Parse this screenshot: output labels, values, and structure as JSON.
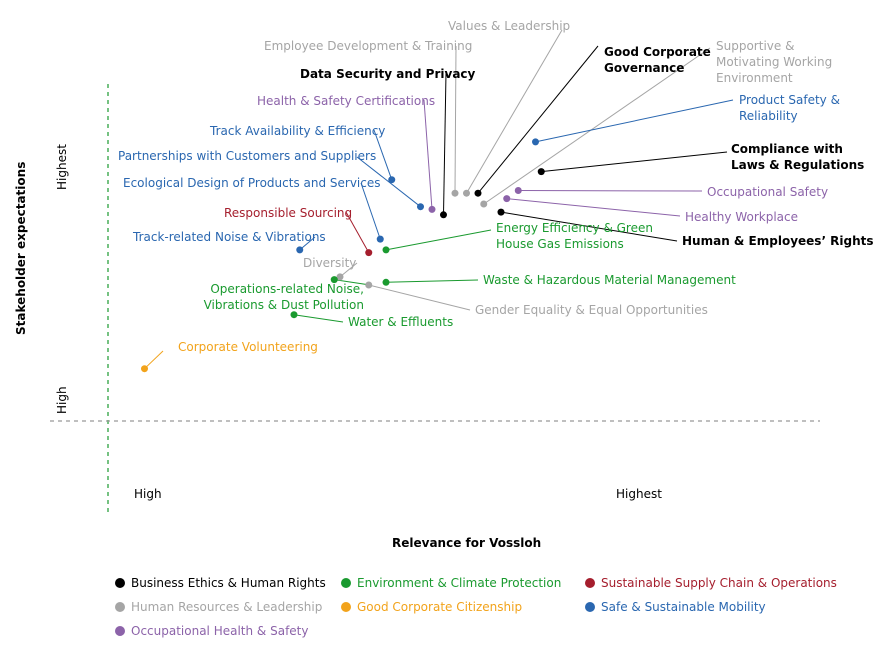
{
  "chart_data": {
    "type": "scatter",
    "xlabel": "Relevance for Vossloh",
    "ylabel": "Stakeholder expectations",
    "x_ticks": [
      "High",
      "Highest"
    ],
    "y_ticks": [
      "High",
      "Highest"
    ],
    "categories": [
      {
        "name": "Business Ethics & Human Rights",
        "color": "#000000"
      },
      {
        "name": "Environment & Climate Protection",
        "color": "#1a9a2f"
      },
      {
        "name": "Sustainable Supply Chain & Operations",
        "color": "#a51e2d"
      },
      {
        "name": "Human Resources & Leadership",
        "color": "#a5a5a5"
      },
      {
        "name": "Good Corporate Citizenship",
        "color": "#f2a31b"
      },
      {
        "name": "Safe & Sustainable Mobility",
        "color": "#2a67b0"
      },
      {
        "name": "Occupational Health & Safety",
        "color": "#8c63a9"
      }
    ],
    "points": [
      {
        "label": "Values & Leadership",
        "category": 3,
        "x": 0.62,
        "y": 0.84
      },
      {
        "label": "Employee Development & Training",
        "category": 3,
        "x": 0.6,
        "y": 0.84
      },
      {
        "label": "Good Corporate Governance",
        "category": 0,
        "x": 0.64,
        "y": 0.84
      },
      {
        "label": "Supportive & Motivating Working Environment",
        "category": 3,
        "x": 0.65,
        "y": 0.8
      },
      {
        "label": "Data Security and Privacy",
        "category": 0,
        "x": 0.58,
        "y": 0.76
      },
      {
        "label": "Health & Safety Certifications",
        "category": 6,
        "x": 0.56,
        "y": 0.78
      },
      {
        "label": "Product Safety & Reliability",
        "category": 5,
        "x": 0.74,
        "y": 1.03
      },
      {
        "label": "Compliance with Laws & Regulations",
        "category": 0,
        "x": 0.75,
        "y": 0.92
      },
      {
        "label": "Track Availability & Efficiency",
        "category": 5,
        "x": 0.49,
        "y": 0.89
      },
      {
        "label": "Partnerships with Customers and Suppliers",
        "category": 5,
        "x": 0.54,
        "y": 0.79
      },
      {
        "label": "Occupational Safety",
        "category": 6,
        "x": 0.71,
        "y": 0.85
      },
      {
        "label": "Ecological Design of Products and Services",
        "category": 5,
        "x": 0.47,
        "y": 0.67
      },
      {
        "label": "Healthy Workplace",
        "category": 6,
        "x": 0.69,
        "y": 0.82
      },
      {
        "label": "Human & Employees' Rights",
        "category": 0,
        "x": 0.68,
        "y": 0.77
      },
      {
        "label": "Responsible Sourcing",
        "category": 2,
        "x": 0.45,
        "y": 0.62
      },
      {
        "label": "Energy Efficiency & Green House Gas Emissions",
        "category": 1,
        "x": 0.48,
        "y": 0.63
      },
      {
        "label": "Track-related Noise & Vibrations",
        "category": 5,
        "x": 0.33,
        "y": 0.63
      },
      {
        "label": "Diversity",
        "category": 3,
        "x": 0.4,
        "y": 0.53
      },
      {
        "label": "Operations-related Noise, Vibrations & Dust Pollution",
        "category": 1,
        "x": 0.39,
        "y": 0.52
      },
      {
        "label": "Waste & Hazardous Material Management",
        "category": 1,
        "x": 0.48,
        "y": 0.51
      },
      {
        "label": "Gender Equality & Equal Opportunities",
        "category": 3,
        "x": 0.45,
        "y": 0.5
      },
      {
        "label": "Water & Effluents",
        "category": 1,
        "x": 0.32,
        "y": 0.39
      },
      {
        "label": "Corporate Volunteering",
        "category": 4,
        "x": 0.06,
        "y": 0.19
      }
    ]
  }
}
